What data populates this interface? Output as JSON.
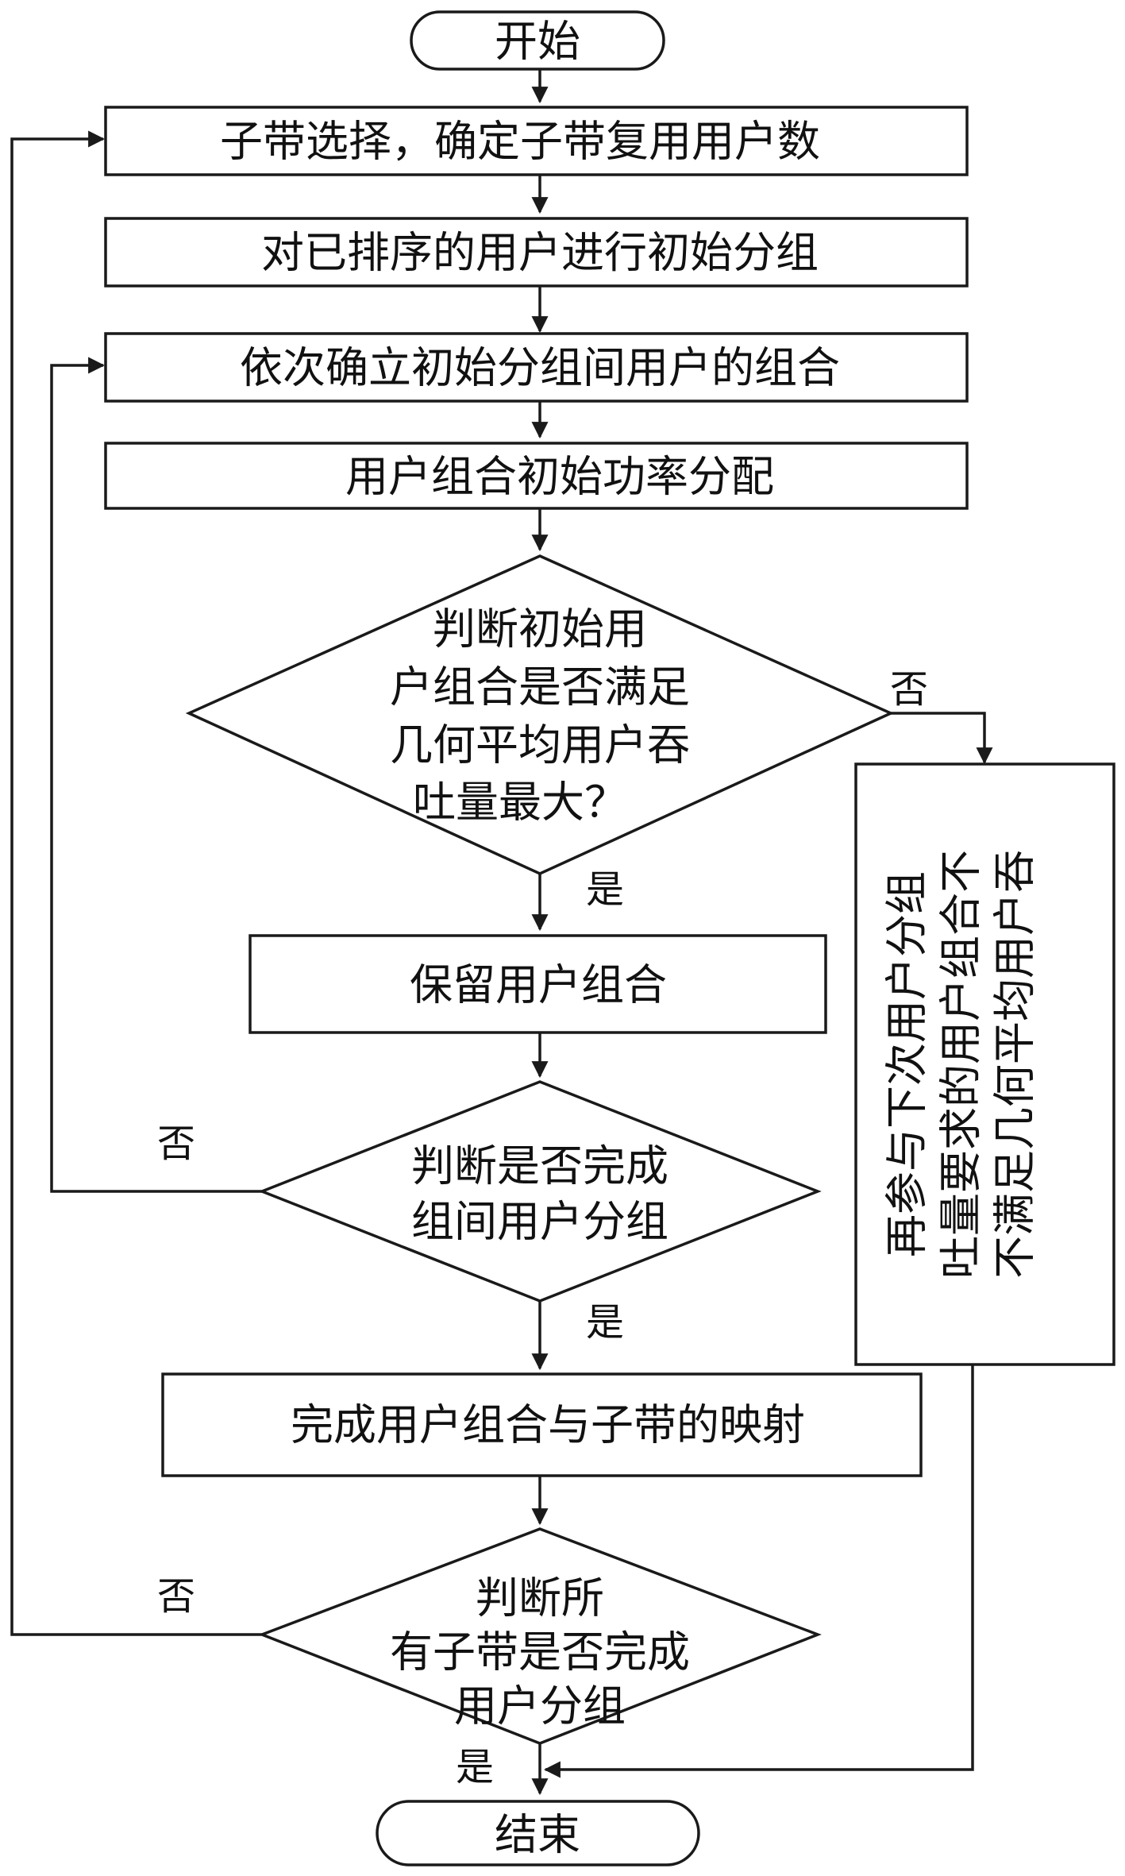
{
  "nodes": {
    "start": "开始",
    "s1": "子带选择，确定子带复用用户数",
    "s2": "对已排序的用户进行初始分组",
    "s3": "依次确立初始分组间用户的组合",
    "s4": "用户组合初始功率分配",
    "d1": [
      "判断初始用",
      "户组合是否满足",
      "几何平均用户吞",
      "吐量最大？"
    ],
    "s5": "保留用户组合",
    "d2": [
      "判断是否完成",
      "组间用户分组"
    ],
    "s6": "完成用户组合与子带的映射",
    "d3": [
      "判断所",
      "有子带是否完成",
      "用户分组"
    ],
    "side": [
      "不满足几何平均用户吞",
      "吐量要求的用户组合不",
      "再参与下次用户分组"
    ],
    "end": "结束"
  },
  "labels": {
    "d1_no": "否",
    "d1_yes": "是",
    "d2_no": "否",
    "d2_yes": "是",
    "d3_no": "否",
    "d3_yes": "是"
  }
}
